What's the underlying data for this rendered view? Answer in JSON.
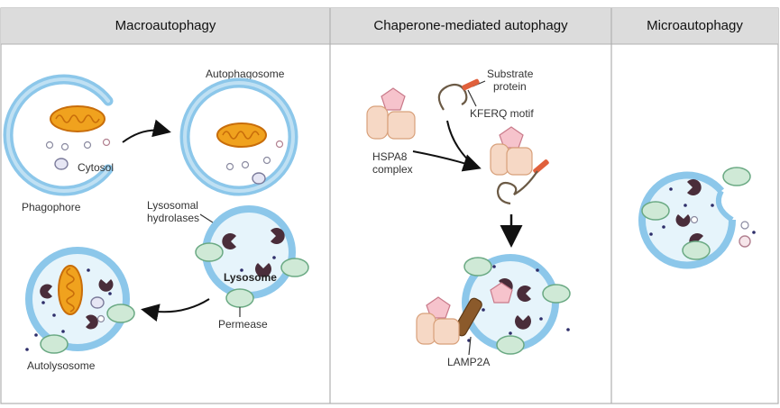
{
  "panels": [
    {
      "title": "Macroautophagy"
    },
    {
      "title": "Chaperone-mediated autophagy"
    },
    {
      "title": "Microautophagy"
    }
  ],
  "labels": {
    "autophagosome": "Autophagosome",
    "cytosol": "Cytosol",
    "phagophore": "Phagophore",
    "lysosomal_hydrolases_1": "Lysosomal",
    "lysosomal_hydrolases_2": "hydrolases",
    "lysosome": "Lysosome",
    "permease": "Permease",
    "autolysosome": "Autolysosome",
    "substrate_protein_1": "Substrate",
    "substrate_protein_2": "protein",
    "kferq_motif": "KFERQ motif",
    "hspa8_complex_1": "HSPA8",
    "hspa8_complex_2": "complex",
    "lamp2a": "LAMP2A"
  },
  "colors": {
    "header_bg": "#dcdcdc",
    "border": "#b0b0b0",
    "membrane": "#8cc7ea",
    "lumen": "#e6f4fb",
    "mitochondrion": "#f0a21e",
    "mito_outline": "#c86d0a",
    "hydrolase": "#4a2d3a",
    "permease": "#cfe9d6",
    "hsp_pentagon": "#f6c3cc",
    "hsp_square": "#f6d8c5",
    "substrate": "#e0603c",
    "lamp2a": "#8b5a2b"
  }
}
